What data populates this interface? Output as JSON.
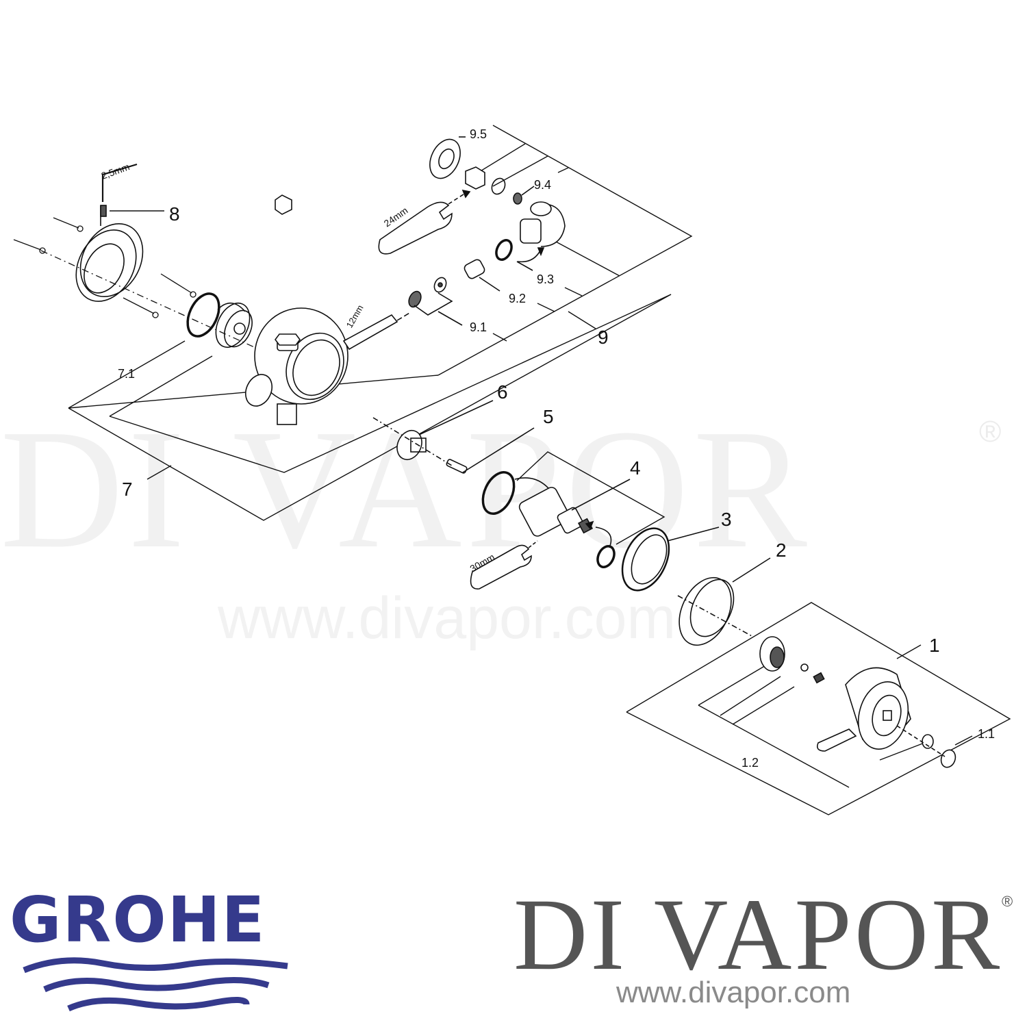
{
  "watermark": {
    "brand": "DI VAPOR",
    "registered": "®",
    "url": "www.divapor.com"
  },
  "logos": {
    "manufacturer": {
      "name": "GROHE",
      "color": "#353a8c"
    },
    "retailer": {
      "name": "DI VAPOR",
      "registered": "®",
      "url": "www.divapor.com",
      "color": "#555555",
      "url_color": "#8a8a8a"
    }
  },
  "diagram": {
    "type": "exploded parts diagram",
    "part_labels": [
      {
        "id": "1",
        "label": "1"
      },
      {
        "id": "1.1",
        "label": "1.1"
      },
      {
        "id": "1.2",
        "label": "1.2"
      },
      {
        "id": "2",
        "label": "2"
      },
      {
        "id": "3",
        "label": "3"
      },
      {
        "id": "4",
        "label": "4"
      },
      {
        "id": "5",
        "label": "5"
      },
      {
        "id": "6",
        "label": "6"
      },
      {
        "id": "7",
        "label": "7"
      },
      {
        "id": "7.1",
        "label": "7.1"
      },
      {
        "id": "8",
        "label": "8"
      },
      {
        "id": "9",
        "label": "9"
      },
      {
        "id": "9.1",
        "label": "9.1"
      },
      {
        "id": "9.2",
        "label": "9.2"
      },
      {
        "id": "9.3",
        "label": "9.3"
      },
      {
        "id": "9.4",
        "label": "9.4"
      },
      {
        "id": "9.5",
        "label": "9.5"
      }
    ],
    "tool_labels": {
      "hex_key": "2,5mm",
      "spanner_top": "24mm",
      "hex_bar": "12mm",
      "spanner_cartridge": "30mm"
    }
  }
}
